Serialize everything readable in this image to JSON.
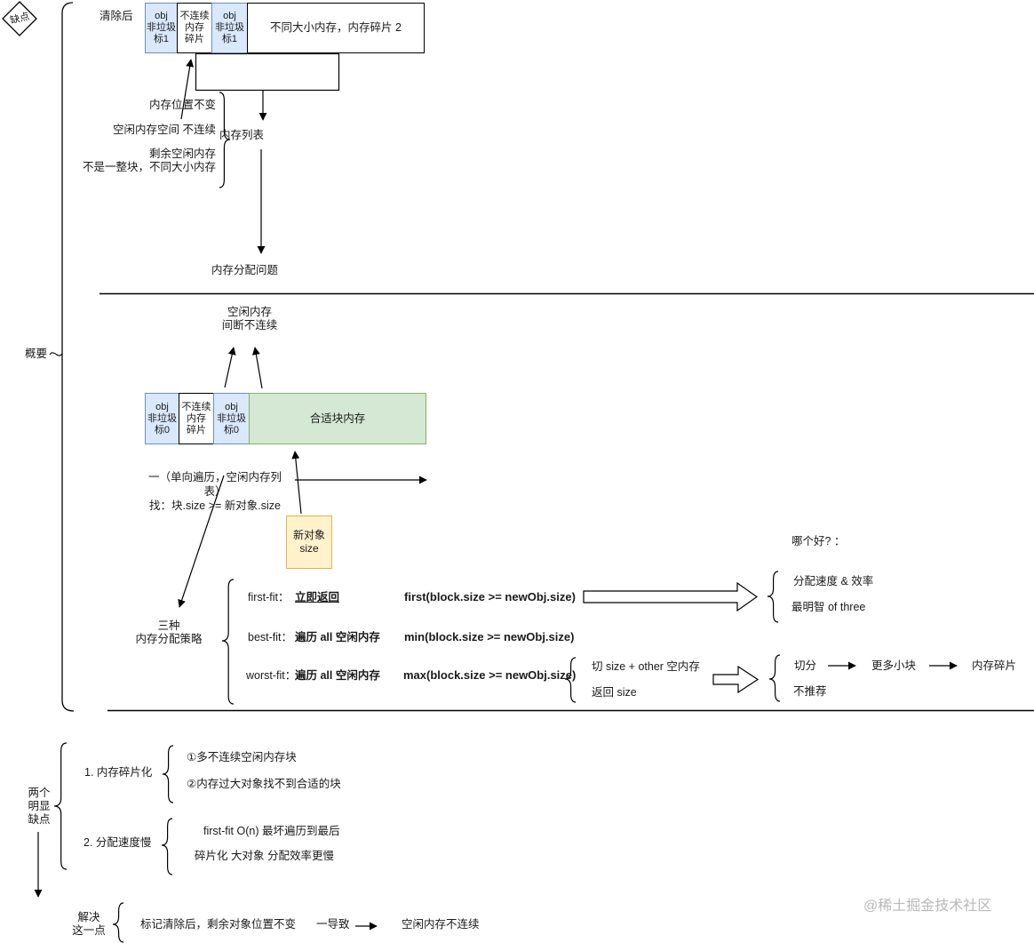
{
  "colors": {
    "objectBlockFill": "#dae8fc",
    "objectBlockBorder": "#6c8ebf",
    "fitBlockFill": "#d5e8d4",
    "fitBlockBorder": "#82b366",
    "newObjectFill": "#fff2cc",
    "newObjectBorder": "#d6b656",
    "line": "#000000",
    "watermarkColor": "#b9b9b9"
  },
  "root": {
    "label": "缺点"
  },
  "overview": {
    "label": "概要"
  },
  "afterSweep": {
    "label": "清除后",
    "blocks": {
      "obj1": "obj\n非垃圾\n标1",
      "frag": "不连续\n内存\n碎片",
      "obj2": "obj\n非垃圾\n标1",
      "note": "不同大小内存，内存碎片 2"
    },
    "notes": {
      "n1": "内存位置不变",
      "n2": "空闲内存空间 不连续",
      "n3": "剩余空闲内存\n不是一整块，不同大小内存"
    },
    "memoryList": "内存列表",
    "allocationProblem": "内存分配问题"
  },
  "allocation": {
    "freeNote": "空闲内存\n间断不连续",
    "blocks": {
      "obj1": "obj\n非垃圾\n标0",
      "frag": "不连续\n内存\n碎片",
      "obj2": "obj\n非垃圾\n标0",
      "fit": "合适块内存"
    },
    "traverseNote": "一（单向遍历，空闲内存列表）\n找：块.size >= 新对象.size",
    "newObject": "新对象\nsize",
    "strategiesLabel": "三种\n内存分配策略",
    "strategies": [
      {
        "name": "first-fit：",
        "action": "立即返回",
        "expr": "first(block.size >= newObj.size)"
      },
      {
        "name": "best-fit：",
        "action": "遍历 all 空闲内存",
        "expr": "min(block.size >= newObj.size)"
      },
      {
        "name": "worst-fit：",
        "action": "遍历 all 空闲内存",
        "expr": "max(block.size >= newObj.size)"
      }
    ],
    "whichBetter": "哪个好? ：",
    "firstFitPros": {
      "p1": "分配速度 & 效率",
      "p2": "最明智 of three"
    },
    "worstFitDetail": {
      "d1": "切 size + other 空内存",
      "d2": "返回 size"
    },
    "worstFitChain": {
      "c1": "切分",
      "c2": "更多小块",
      "c3": "内存碎片",
      "verdict": "不推荐"
    }
  },
  "drawbacks": {
    "label": "两个\n明显\n缺点",
    "item1": {
      "title": "1. 内存碎片化",
      "p1": "①多不连续空闲内存块",
      "p2": "②内存过大对象找不到合适的块"
    },
    "item2": {
      "title": "2. 分配速度慢",
      "p1": "first-fit O(n) 最坏遍历到最后",
      "p2": "碎片化 大对象 分配效率更慢"
    },
    "solve": {
      "label": "解决\n这一点",
      "cause": "标记清除后，剩余对象位置不变",
      "lead": "一导致",
      "effect": "空闲内存不连续"
    }
  },
  "watermark": "@稀土掘金技术社区"
}
